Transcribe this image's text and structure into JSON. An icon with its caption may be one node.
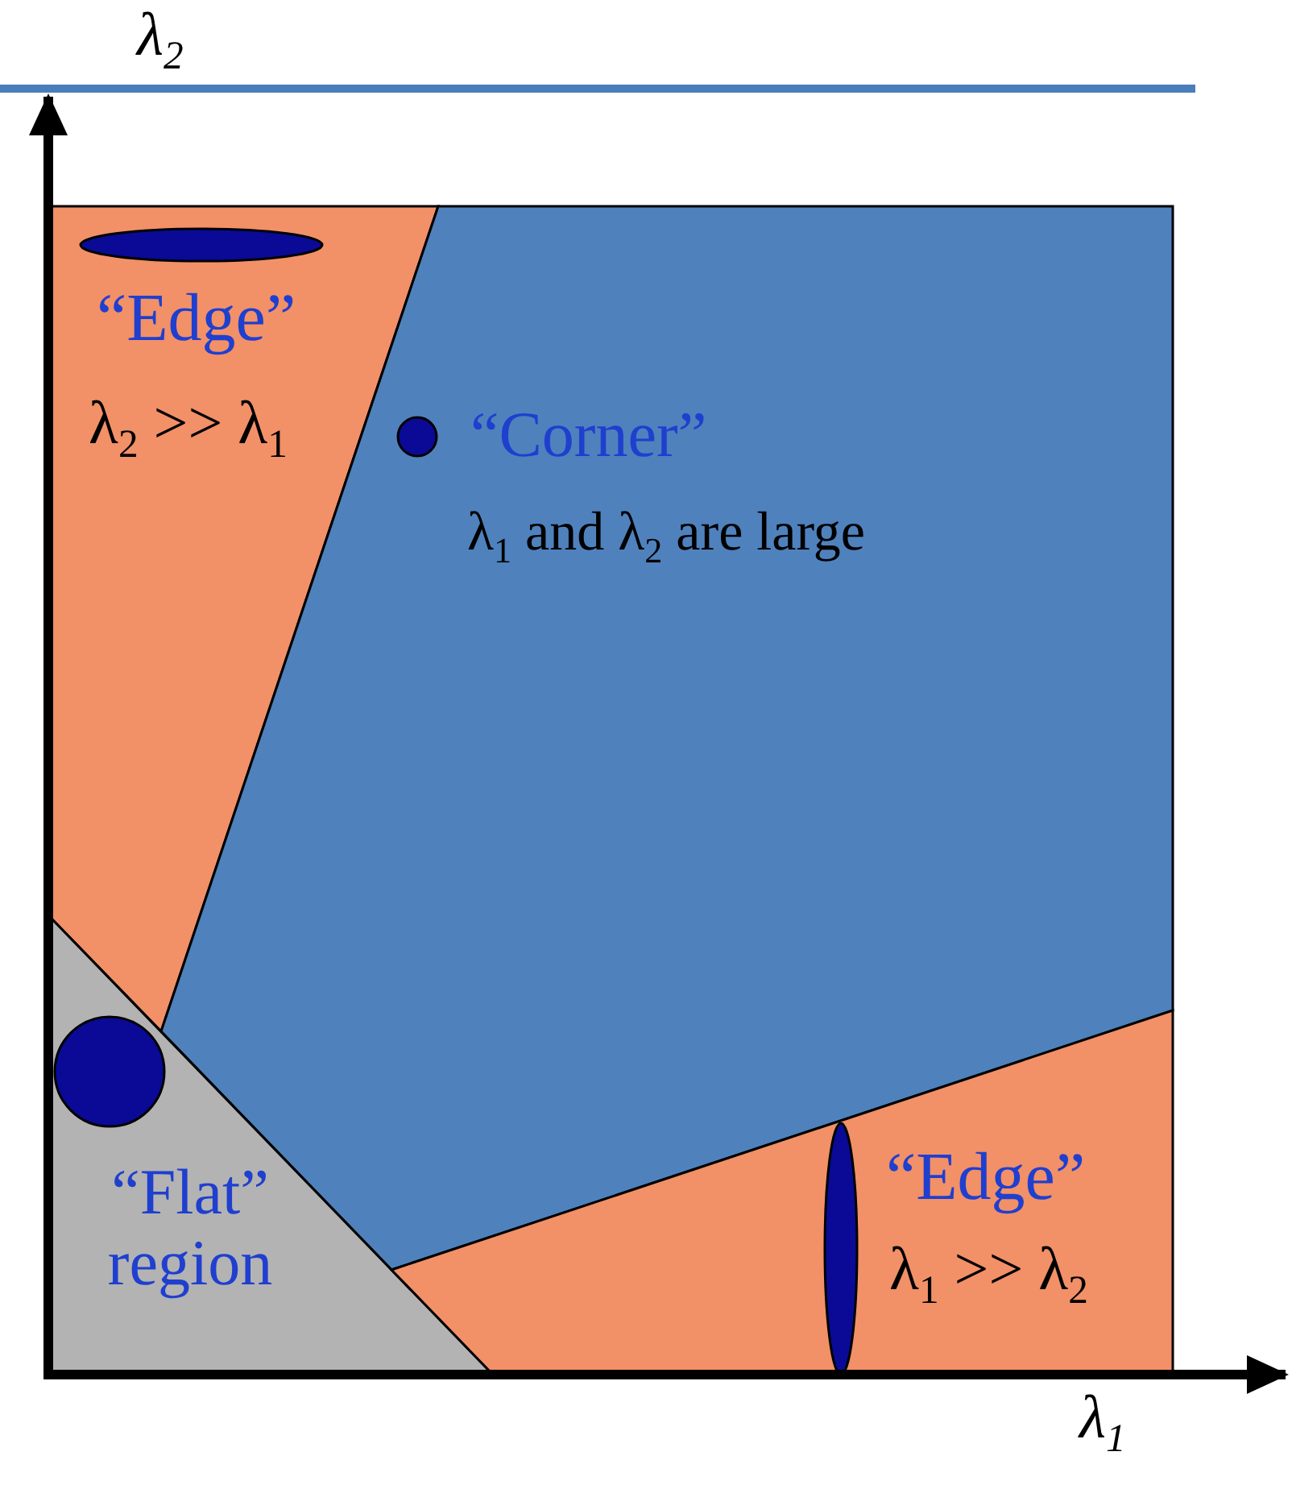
{
  "diagram": {
    "nodes": [
      {
        "text": [
          "“Edge”",
          "λ$_{2}$ >> λ$_{1}$"
        ]
      },
      {
        "text": [
          "“Corner”",
          "λ$_{1}$ and λ$_{2}$ are large"
        ]
      },
      {
        "text": [
          "“Flat” region"
        ]
      },
      {
        "text": [
          "“Edge”",
          "λ$_{1}$ >> λ$_{2}$"
        ]
      }
    ],
    "labels": [
      "λ$_{2}$",
      "λ$_{1}$"
    ]
  }
}
